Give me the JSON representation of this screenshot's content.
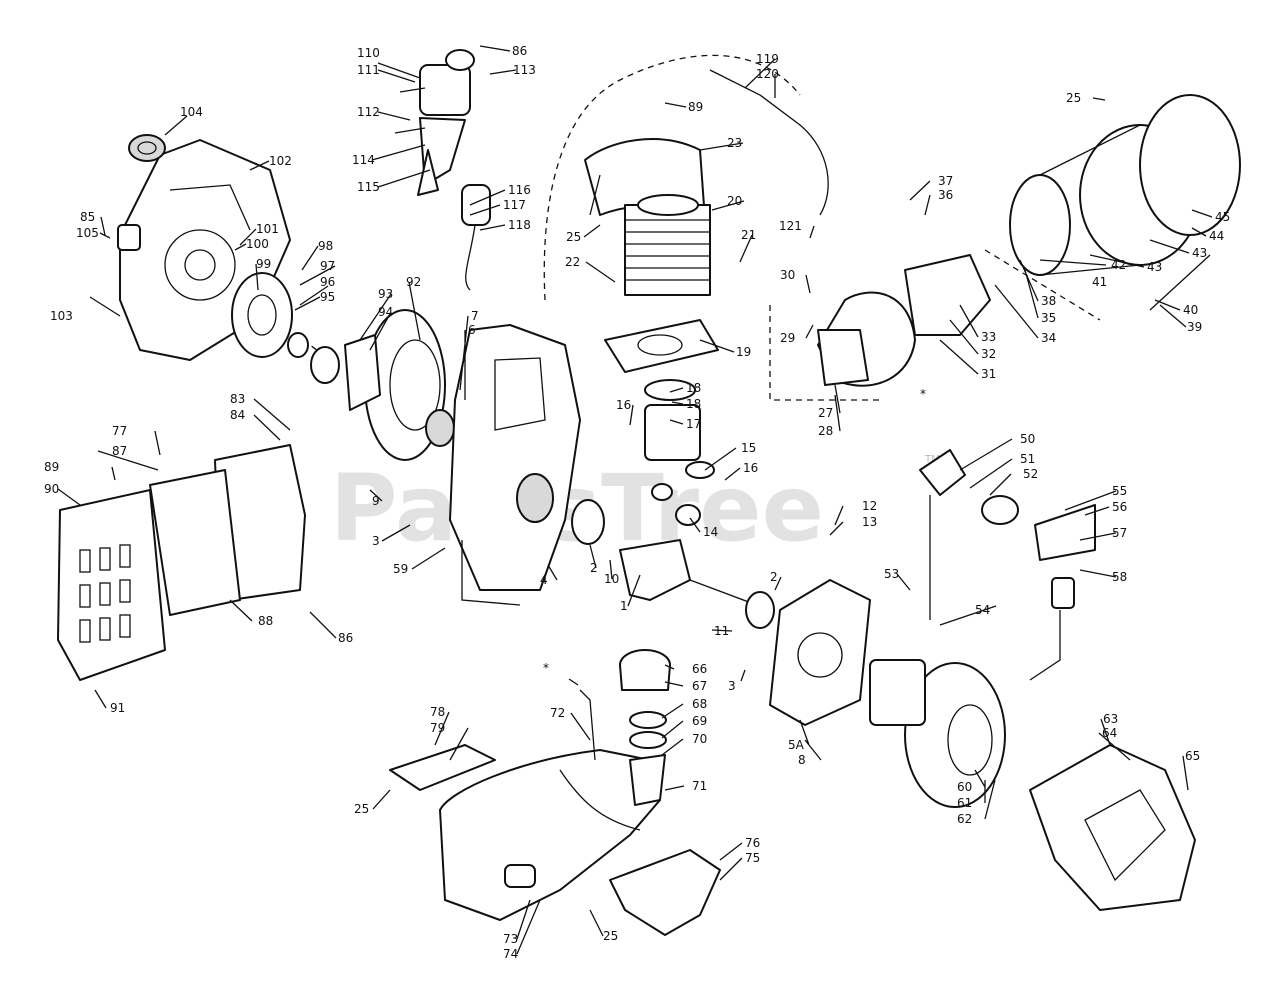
{
  "watermark": "PartsTree",
  "watermark_tm": "TM",
  "callouts": [
    "110",
    "111",
    "112",
    "114",
    "115",
    "86",
    "113",
    "116",
    "117",
    "118",
    "119",
    "120",
    "89",
    "23",
    "20",
    "25",
    "21",
    "22",
    "121",
    "37",
    "36",
    "25",
    "45",
    "44",
    "43",
    "42",
    "43",
    "41",
    "40",
    "39",
    "38",
    "35",
    "34",
    "33",
    "32",
    "31",
    "30",
    "29",
    "27",
    "28",
    "*",
    "19",
    "18",
    "18",
    "17",
    "16",
    "15",
    "16",
    "14",
    "7",
    "6",
    "104",
    "102",
    "85",
    "105",
    "101",
    "100",
    "99",
    "98",
    "97",
    "96",
    "95",
    "103",
    "92",
    "93",
    "94",
    "83",
    "84",
    "77",
    "87",
    "89",
    "90",
    "9",
    "3",
    "59",
    "4",
    "2",
    "10",
    "1",
    "88",
    "86",
    "91",
    "11",
    "3",
    "2",
    "12",
    "13",
    "50",
    "51",
    "52",
    "55",
    "56",
    "57",
    "58",
    "53",
    "54",
    "66",
    "67",
    "68",
    "69",
    "70",
    "71",
    "72",
    "*",
    "78",
    "79",
    "25",
    "5A",
    "8",
    "60",
    "61",
    "62",
    "63",
    "64",
    "65",
    "76",
    "75",
    "73",
    "74",
    "25"
  ]
}
